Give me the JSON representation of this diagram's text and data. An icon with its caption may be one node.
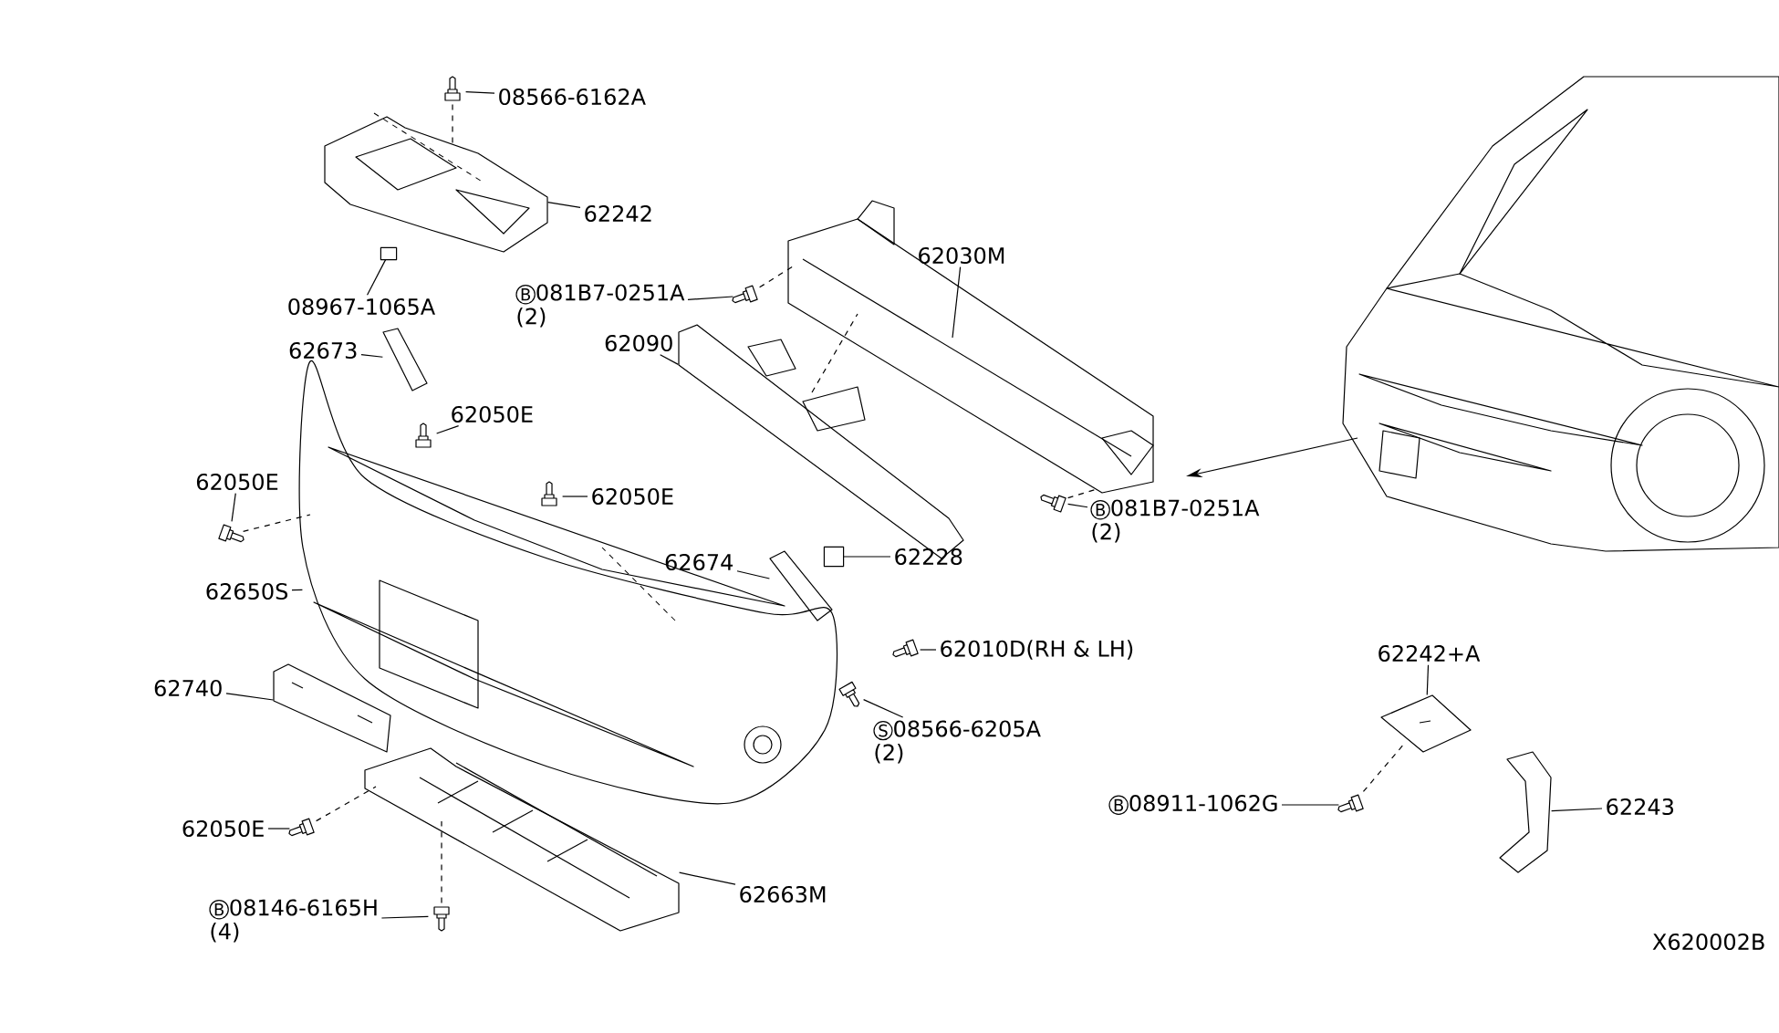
{
  "diagram": {
    "nodes": [
      {
        "text": [
          "08566-6162A"
        ]
      },
      {
        "text": [
          "62242"
        ]
      },
      {
        "text": [
          "08967-1065A"
        ]
      },
      {
        "text": [
          "B",
          "081B7-0251A",
          "(2)"
        ]
      },
      {
        "text": [
          "62030M"
        ]
      },
      {
        "text": [
          "62090"
        ]
      },
      {
        "text": [
          "62673"
        ]
      },
      {
        "text": [
          "62050E"
        ]
      },
      {
        "text": [
          "62050E"
        ]
      },
      {
        "text": [
          "62050E"
        ]
      },
      {
        "text": [
          "62650S"
        ]
      },
      {
        "text": [
          "62674"
        ]
      },
      {
        "text": [
          "62228"
        ]
      },
      {
        "text": [
          "62010D(RH & LH)"
        ]
      },
      {
        "text": [
          "S",
          "08566-6205A",
          "(2)"
        ]
      },
      {
        "text": [
          "62740"
        ]
      },
      {
        "text": [
          "62050E"
        ]
      },
      {
        "text": [
          "B",
          "08146-6165H",
          "(4)"
        ]
      },
      {
        "text": [
          "62663M"
        ]
      },
      {
        "text": [
          "B",
          "081B7-0251A",
          "(2)"
        ]
      },
      {
        "text": [
          "62242+A"
        ]
      },
      {
        "text": [
          "B",
          "08911-1062G"
        ]
      },
      {
        "text": [
          "62243"
        ]
      },
      {
        "text": [],
        "shape": "picture"
      },
      {
        "text": [],
        "shape": "picture"
      },
      {
        "text": [],
        "shape": "box"
      },
      {
        "text": [],
        "shape": "picture"
      },
      {
        "text": [],
        "shape": "picture"
      },
      {
        "text": [],
        "shape": "picture"
      },
      {
        "text": [],
        "shape": "picture"
      },
      {
        "text": [],
        "shape": "picture"
      },
      {
        "text": [],
        "shape": "picture"
      },
      {
        "text": [],
        "shape": "picture"
      },
      {
        "text": [],
        "shape": "picture"
      },
      {
        "text": [],
        "shape": "picture"
      },
      {
        "text": [],
        "shape": "box"
      },
      {
        "text": [],
        "shape": "picture"
      },
      {
        "text": [],
        "shape": "picture"
      },
      {
        "text": [],
        "shape": "picture"
      },
      {
        "text": [],
        "shape": "picture"
      },
      {
        "text": [],
        "shape": "picture"
      },
      {
        "text": [],
        "shape": "picture"
      },
      {
        "text": [],
        "shape": "picture"
      },
      {
        "text": [],
        "shape": "picture"
      },
      {
        "text": [],
        "shape": "picture"
      },
      {
        "text": [],
        "shape": "picture"
      },
      {
        "text": [],
        "shape": "picture"
      }
    ],
    "edges": [
      {
        "from": 0,
        "to": 23,
        "arrow": "none"
      },
      {
        "from": 1,
        "to": 24,
        "arrow": "none"
      },
      {
        "from": 2,
        "to": 25,
        "arrow": "none"
      },
      {
        "from": 3,
        "to": 26,
        "arrow": "none"
      },
      {
        "from": 4,
        "to": 27,
        "arrow": "none"
      },
      {
        "from": 5,
        "to": 28,
        "arrow": "none"
      },
      {
        "from": 6,
        "to": 29,
        "arrow": "none"
      },
      {
        "from": 7,
        "to": 30,
        "arrow": "none"
      },
      {
        "from": 8,
        "to": 31,
        "arrow": "none"
      },
      {
        "from": 9,
        "to": 32,
        "arrow": "none"
      },
      {
        "from": 10,
        "to": 33,
        "arrow": "none"
      },
      {
        "from": 11,
        "to": 34,
        "arrow": "none"
      },
      {
        "from": 12,
        "to": 35,
        "arrow": "none"
      },
      {
        "from": 13,
        "to": 36,
        "arrow": "none"
      },
      {
        "from": 14,
        "to": 37,
        "arrow": "none"
      },
      {
        "from": 15,
        "to": 38,
        "arrow": "none"
      },
      {
        "from": 16,
        "to": 39,
        "arrow": "none"
      },
      {
        "from": 17,
        "to": 40,
        "arrow": "none"
      },
      {
        "from": 18,
        "to": 41,
        "arrow": "none"
      },
      {
        "from": 19,
        "to": 42,
        "arrow": "none"
      },
      {
        "from": 20,
        "to": 43,
        "arrow": "none"
      },
      {
        "from": 21,
        "to": 44,
        "arrow": "none"
      },
      {
        "from": 22,
        "to": 45,
        "arrow": "none"
      },
      {
        "from": 46,
        "to": null,
        "arrow": "to"
      },
      {
        "from": 23,
        "to": 24,
        "arrow": "none",
        "style": "dashed"
      },
      {
        "from": 26,
        "to": 27,
        "arrow": "none",
        "style": "dashed"
      },
      {
        "from": 28,
        "to": 27,
        "arrow": "none",
        "style": "dashed"
      },
      {
        "from": 42,
        "to": 27,
        "arrow": "none",
        "style": "dashed"
      },
      {
        "from": 31,
        "to": 33,
        "arrow": "none",
        "style": "dashed"
      },
      {
        "from": 39,
        "to": 41,
        "arrow": "none",
        "style": "dashed"
      },
      {
        "from": 40,
        "to": 41,
        "arrow": "none",
        "style": "dashed"
      },
      {
        "from": 44,
        "to": 43,
        "arrow": "none",
        "style": "dashed"
      }
    ],
    "labels": [
      "X620002B"
    ]
  }
}
